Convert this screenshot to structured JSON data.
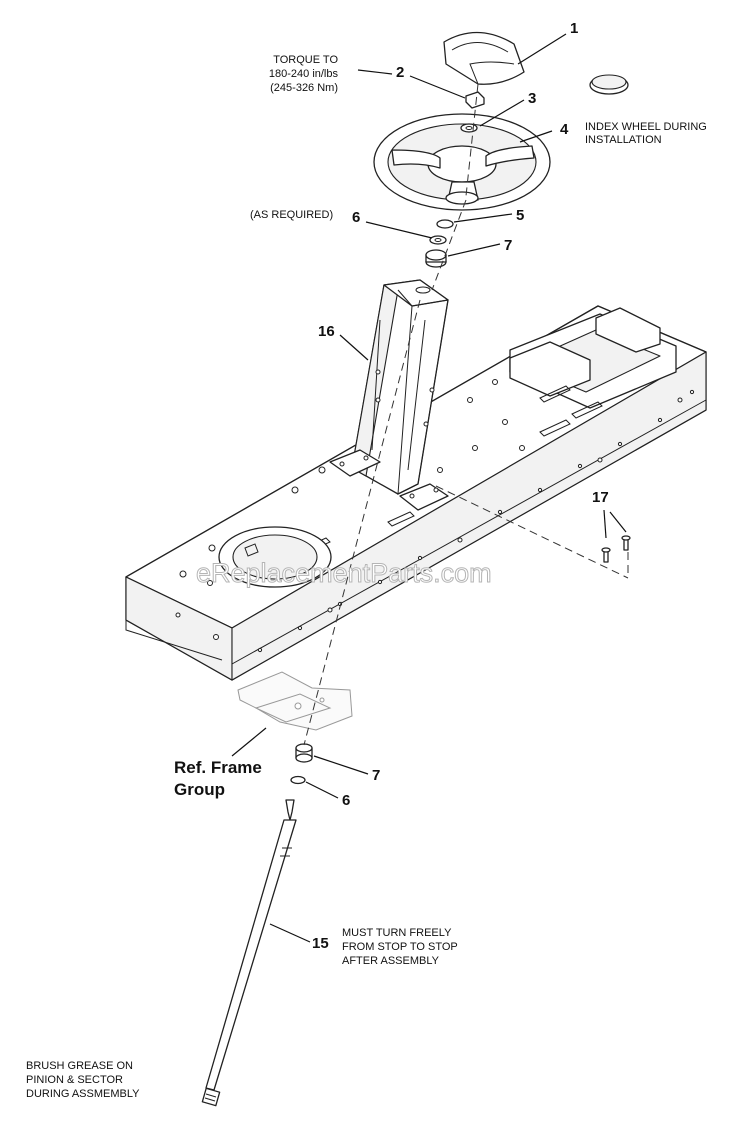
{
  "callouts": {
    "c1": "1",
    "c2": "2",
    "c3": "3",
    "c4": "4",
    "c5": "5",
    "c6_top": "6",
    "c7_top": "7",
    "c16": "16",
    "c17": "17",
    "c7_bottom": "7",
    "c6_bottom": "6",
    "c15": "15"
  },
  "notes": {
    "torque": [
      "TORQUE TO",
      "180-240 in/lbs",
      "(245-326 Nm)"
    ],
    "index_wheel": [
      "INDEX WHEEL DURING",
      "INSTALLATION"
    ],
    "as_required": "(AS REQUIRED)",
    "ref_frame": [
      "Ref. Frame",
      "Group"
    ],
    "must_turn": [
      "MUST TURN FREELY",
      "FROM STOP TO STOP",
      "AFTER ASSEMBLY"
    ],
    "brush_grease": [
      "BRUSH GREASE ON",
      "PINION & SECTOR",
      "DURING ASSMEMBLY"
    ]
  },
  "watermark": "eReplacementParts.com"
}
